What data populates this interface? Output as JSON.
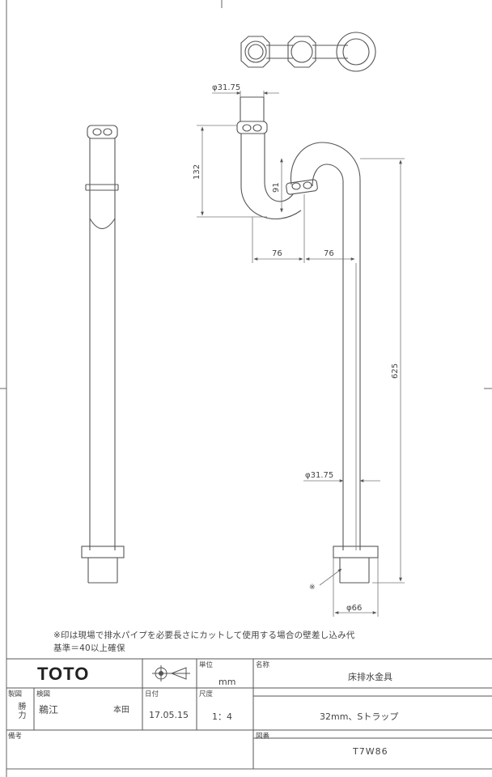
{
  "drawing": {
    "dim_top_dia": "φ31.75",
    "dim_height_132": "132",
    "dim_91": "91",
    "dim_76_left": "76",
    "dim_76_right": "76",
    "dim_625": "625",
    "dim_lower_dia": "φ31.75",
    "dim_base_dia": "φ66",
    "marker": "※"
  },
  "notes": {
    "line1": "※印は現場で排水パイプを必要長さにカットして使用する場合の壁差し込み代",
    "line2": "基準＝40以上確保"
  },
  "title_block": {
    "brand": "TOTO",
    "unit_label": "単位",
    "unit_value": "mm",
    "name_label": "名称",
    "name_value": "床排水金具",
    "drafted_label": "製図",
    "drafted_by": "勝力",
    "checked_label": "検図",
    "checked_by": "鵜江",
    "approved_by": "本田",
    "date_label": "日付",
    "date_value": "17.05.15",
    "scale_label": "尺度",
    "scale_value": "1：4",
    "spec_value": "32mm、Sトラップ",
    "remarks_label": "備考",
    "number_label": "図番",
    "number_value": "T7W86"
  }
}
